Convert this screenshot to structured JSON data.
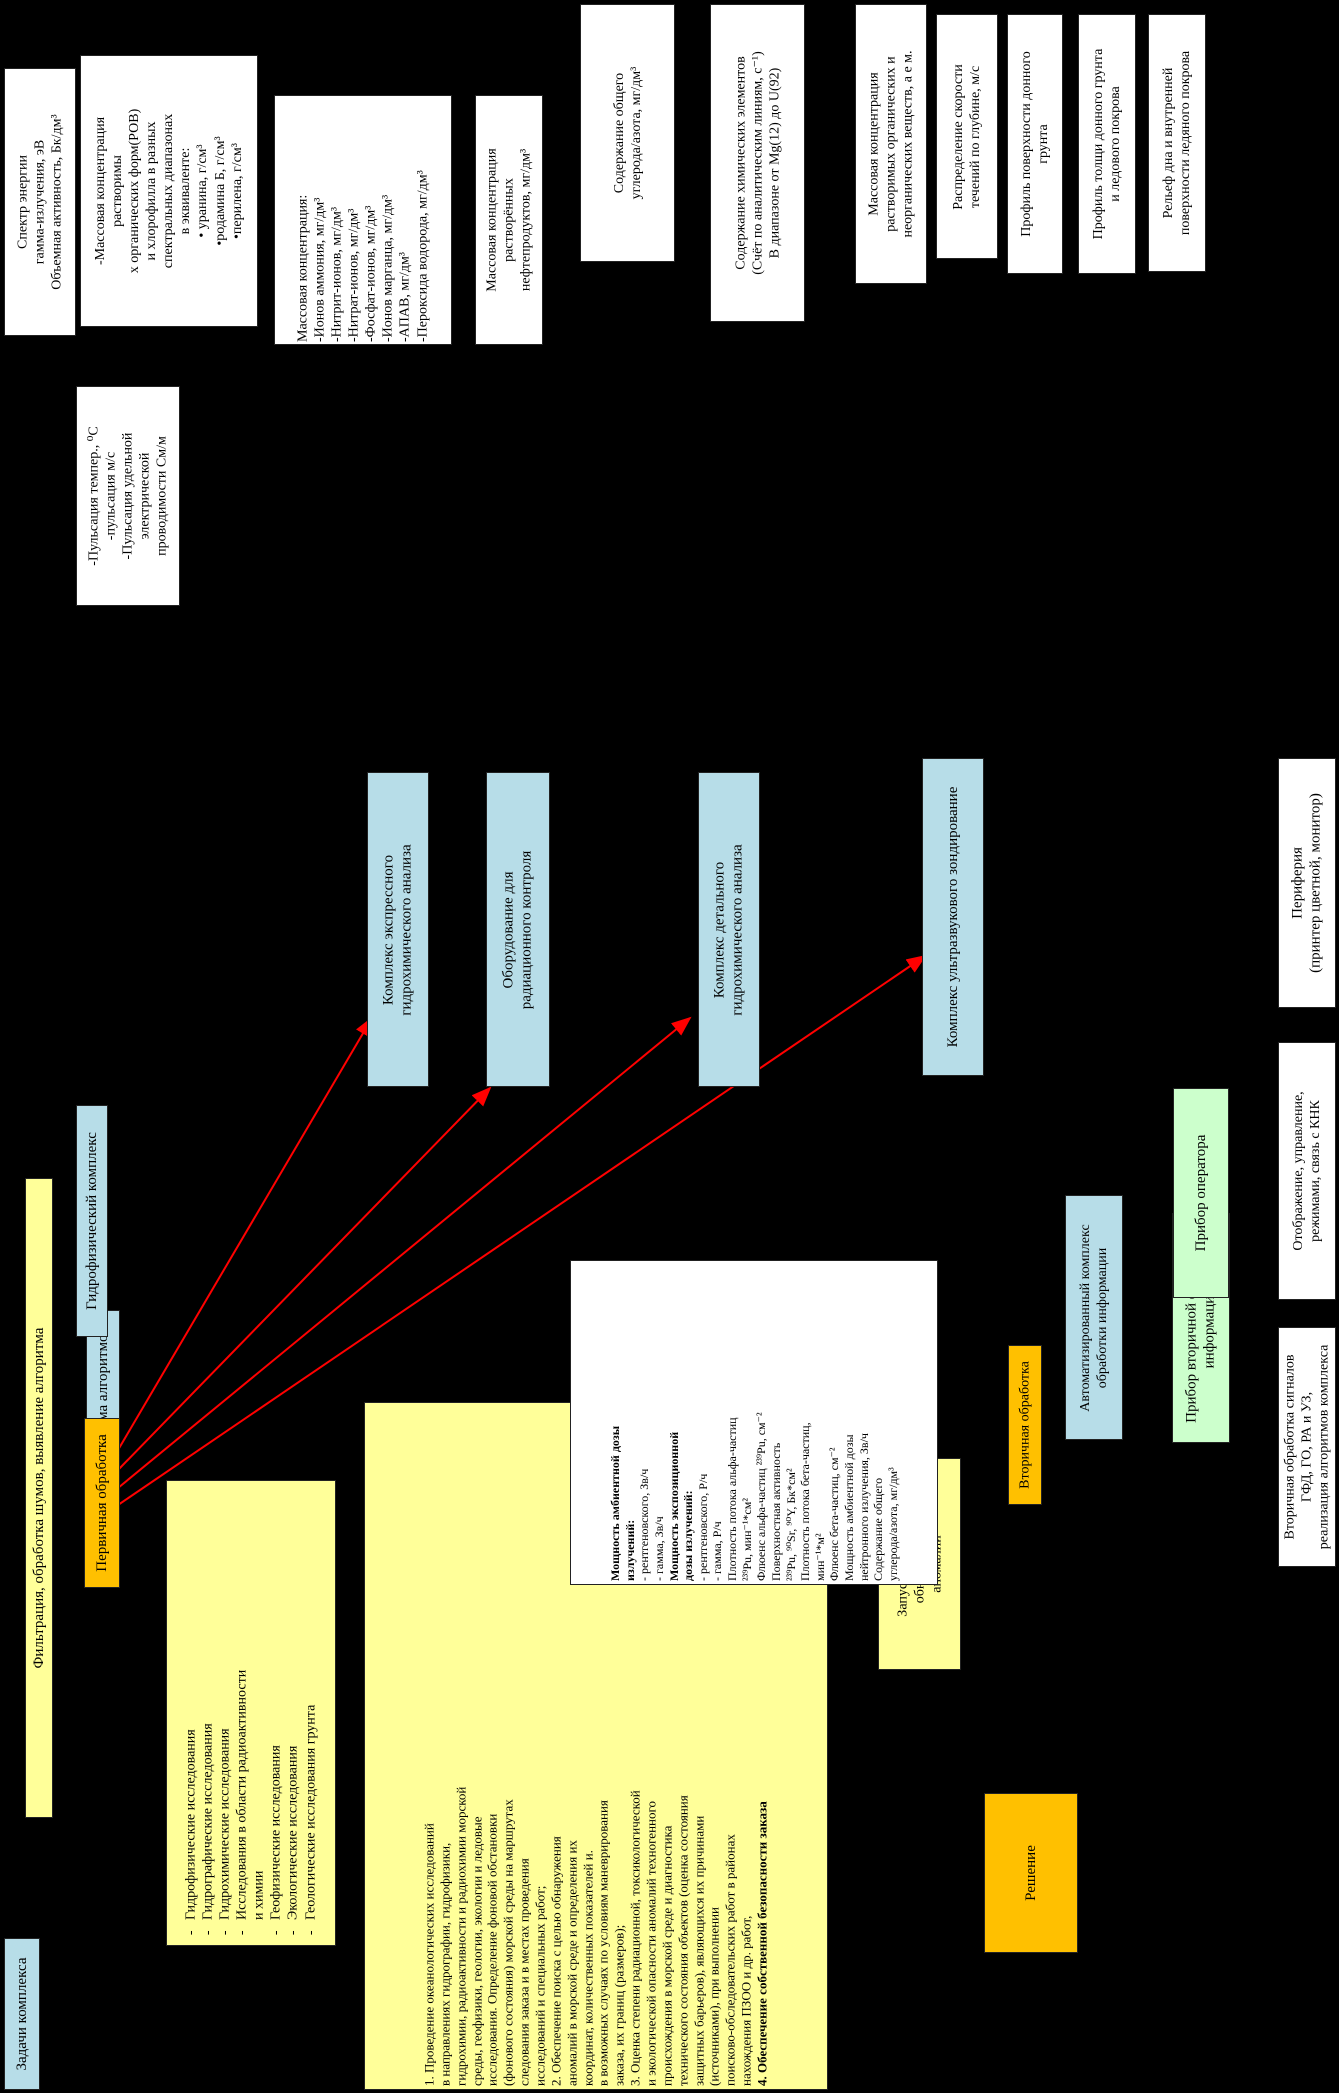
{
  "colors": {
    "background": "#000000",
    "arrow": "#ff0000",
    "white_box": "#ffffff",
    "yellow_box": "#ffff99",
    "teal_box": "#b7dde8",
    "green_box": "#ccffcc",
    "gold_box": "#ffc000"
  },
  "left_column": {
    "tasks_label": "Задачи комплекса",
    "tasks_body": [
      "1. Проведение океанологических исследований",
      "в направлениях гидрографии, гидрофизики,",
      "гидрохимии, радиоактивности и радиохимии морской",
      "среды, геофизики, геологии, экологии и ледовые",
      "исследования. Определение фоновой обстановки",
      "(фонового состояния) морской среды на маршрутах",
      "следования заказа и в местах проведения",
      "исследований и специальных работ;",
      "2. Обеспечение поиска с целью обнаружения",
      "аномалий в морской среде и определения их",
      "координат, количественных показателей и.",
      "в возможных случаях по условиям маневрирования",
      "заказа, их границ (размеров);",
      "3. Оценка степени радиационной, токсикологической",
      "и экологической опасности аномалий техногенного",
      "происхождения в морской среде и диагностика",
      "технического состояния объектов (оценка состояния",
      "защитных барьеров), являющихся их причинами",
      "(источниками), при выполнении",
      "поисково-обследовательских работ в районах",
      "нахождения ПЗОО и др. работ,",
      "4. Обеспечение собственной безопасности заказа"
    ],
    "scheme_label": "Схема алгоритмов",
    "research_list": [
      "Гидрофизические исследования",
      "Гидрографические исследования",
      "Гидрохимические исследования",
      "Исследования в области радиоактивности",
      "и химии",
      "Геофизические исследования",
      "Экологические исследования",
      "Геологические исследования грунта"
    ],
    "filter_label": "Фильтрация, обработка шумов, выявление алгоритма",
    "primary_label": "Первичная обработка",
    "hydrophys_label": "Гидрофизический комплекс"
  },
  "middle_column": {
    "decision_label": "Решение",
    "anomaly_label": [
      "Запуск алгоритма",
      "обнаружения",
      "аномалии"
    ],
    "secondary_label": "Вторичная обработка",
    "dose_box": [
      {
        "t": "Мощность амбиентной дозы",
        "b": true
      },
      {
        "t": "излучений:",
        "b": true
      },
      {
        "t": "- рентгеновского, Зв/ч",
        "b": false
      },
      {
        "t": "- гамма, Зв/ч",
        "b": false
      },
      {
        "t": "Мощность экспозиционной",
        "b": true
      },
      {
        "t": "дозы излучений:",
        "b": true
      },
      {
        "t": "- рентгеновского, Р/ч",
        "b": false
      },
      {
        "t": "- гамма, Р/ч",
        "b": false
      },
      {
        "t": "Плотность потока альфа-частиц",
        "b": false
      },
      {
        "t": "²³⁹Pu, мин⁻¹*см²",
        "b": false
      },
      {
        "t": "Флюенс альфа-частиц ²³⁹Pu, см⁻²",
        "b": false
      },
      {
        "t": "Поверхностная активность",
        "b": false
      },
      {
        "t": "²³⁹Pu, ⁹⁰Sr, ⁹⁰Y, Бк*см²",
        "b": false
      },
      {
        "t": "Плотность потока бета-частиц,",
        "b": false
      },
      {
        "t": "мин⁻¹*м²",
        "b": false
      },
      {
        "t": "Флюенс бета-частиц, см⁻²",
        "b": false
      },
      {
        "t": "Мощность амбиентной дозы",
        "b": false
      },
      {
        "t": "нейтронного излучения, Зв/ч",
        "b": false
      },
      {
        "t": "Содержание общего",
        "b": false
      },
      {
        "t": "углерода/азота, мг/дм³",
        "b": false
      }
    ],
    "auto_complex_label": [
      "Автоматизированный комплекс",
      "обработки информации"
    ],
    "express_label": [
      "Комплекс экспрессного",
      "гидрохимического анализа"
    ],
    "radiation_label": [
      "Оборудование для",
      "радиационного контроля"
    ],
    "detailed_label": [
      "Комплекс детального",
      "гидрохимического анализа"
    ],
    "ultrasound_label": "Комплекс ультразвукового зондирование"
  },
  "right_column": {
    "secondary_device_label": [
      "Прибор вторичной обработки",
      "информации"
    ],
    "operator_device_label": "Прибор оператора",
    "secondary_desc": [
      "Вторичная обработка сигналов",
      "ГФД, ГО, РА и УЗ,",
      "реализация алгоритмов комплекса"
    ],
    "display_desc": [
      "Отображение, управление,",
      "режимами, связь с КНК"
    ],
    "periphery_desc": [
      "Периферия",
      "(принтер цветной, монитор)"
    ]
  },
  "top_boxes": {
    "gamma": [
      "Спектр энергии",
      "гамма-излучения, эВ",
      "Объемная активность, Бк/дм³"
    ],
    "rov": [
      "-Массовая концентрация",
      "растворимы",
      "х органических форм(РОВ)",
      "и хлорофилла в разных",
      "спектральных диапазонах",
      "в эквиваленте:",
      "• уранина, г/см³",
      "•родамина Б, г/см³",
      "•перилена, г/см³"
    ],
    "pulsation": [
      "-Пульсация темпер., ⁰C",
      "-пульсация м/с",
      "-Пульсация удельной",
      "электрической",
      "проводимости См/м"
    ],
    "ions": [
      "Массовая концентрация:",
      "-Ионов аммония, мг/дм³",
      "-Нитрит-ионов, мг/дм³",
      "-Нитрат-ионов, мг/дм³",
      "-Фосфат-ионов, мг/дм³",
      "-Ионов марганца, мг/дм³",
      "-АПАВ, мг/дм³",
      "-Пероксида водорода, мг/дм³"
    ],
    "oil": [
      "Массовая концентрация",
      "растворённых",
      "нефтепродуктов, мг/дм³"
    ],
    "carbon": [
      "Содержание общего",
      "углерода/азота, мг/дм³"
    ],
    "elements": [
      "Содержание химических элементов",
      "(Счёт по аналитическим линиям, с⁻¹)",
      "В диапазоне от Mg(12) до U(92)"
    ],
    "substances": [
      "Массовая концентрация",
      "растворимых органических и",
      "неорганических веществ, а е м."
    ],
    "currents": [
      "Распределение скорости",
      "течений по глубине, м/с"
    ],
    "bottom_profile": [
      "Профиль поверхности донного",
      "грунта"
    ],
    "thickness": [
      "Профиль толщи донного грунта",
      "и ледового покрова"
    ],
    "relief": [
      "Рельеф дна и внутренней",
      "поверхности ледяного покрова"
    ]
  }
}
